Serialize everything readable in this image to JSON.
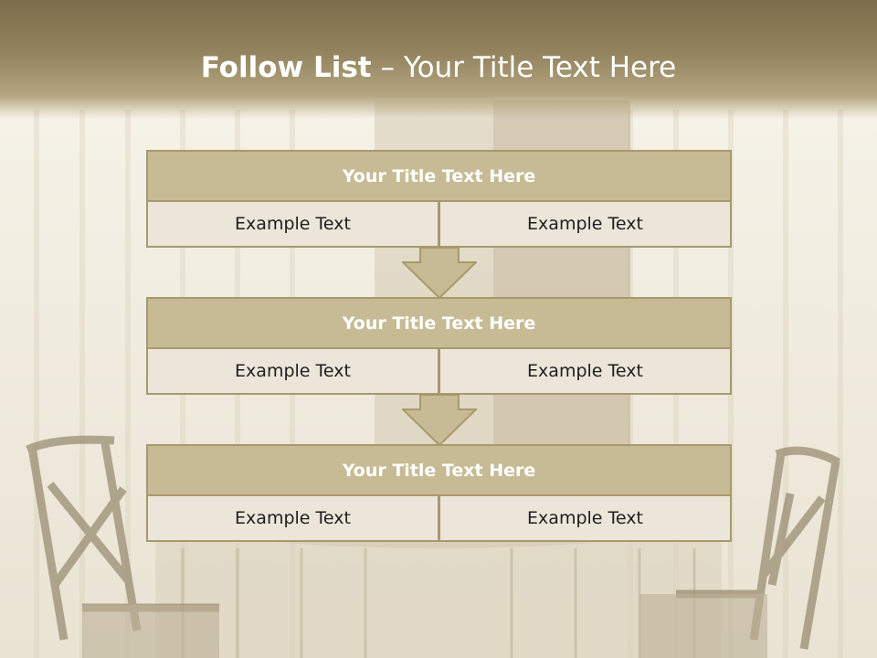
{
  "title": {
    "main": "Follow List",
    "rest": " – Your Title Text Here"
  },
  "blocks": [
    {
      "title": "Your Title Text Here",
      "left": "Example Text",
      "right": "Example Text"
    },
    {
      "title": "Your Title Text Here",
      "left": "Example Text",
      "right": "Example Text"
    },
    {
      "title": "Your Title Text Here",
      "left": "Example Text",
      "right": "Example Text"
    }
  ],
  "colors": {
    "header_fill": "#c7bb95",
    "cell_fill": "#ece6da",
    "border": "#a8996c",
    "band": "#8a7b56"
  }
}
